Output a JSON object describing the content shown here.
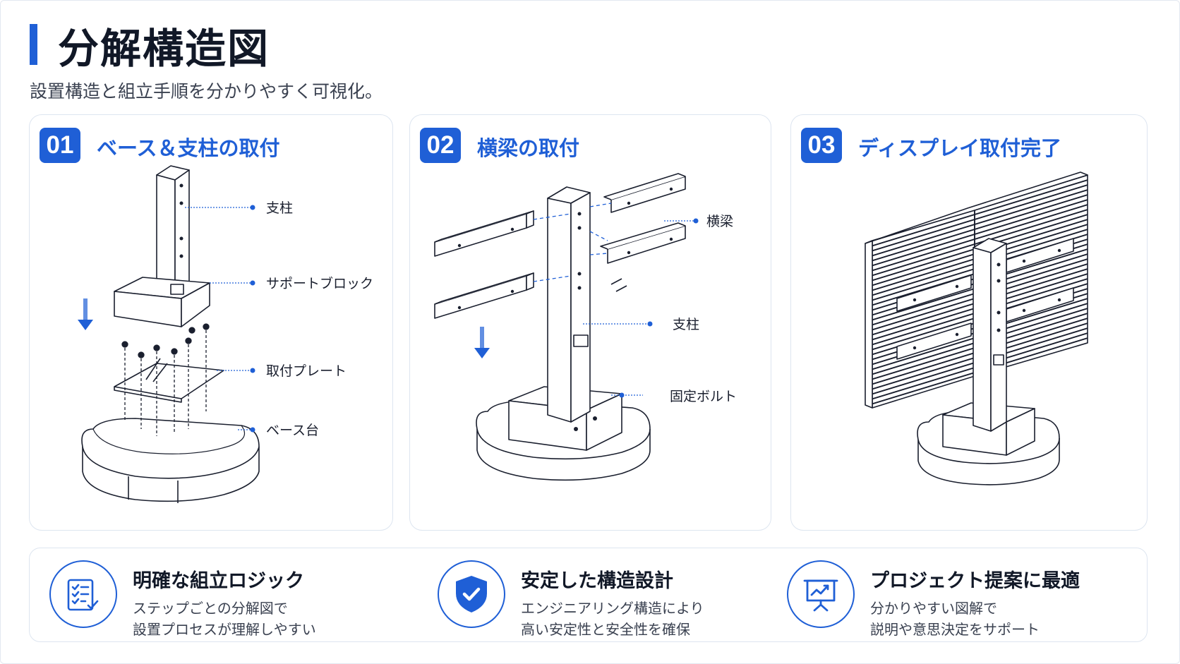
{
  "header": {
    "title": "分解構造図",
    "subtitle": "設置構造と組立手順を分かりやすく可視化。"
  },
  "colors": {
    "accent": "#1f5fd6",
    "line": "#1a1f2e",
    "border": "#dde5f0"
  },
  "steps": [
    {
      "number": "01",
      "title": "ベース＆支柱の取付",
      "labels": [
        "支柱",
        "サポートブロック",
        "取付プレート",
        "ベース台"
      ]
    },
    {
      "number": "02",
      "title": "横梁の取付",
      "labels": [
        "横梁",
        "支柱",
        "固定ボルト"
      ]
    },
    {
      "number": "03",
      "title": "ディスプレイ取付完了",
      "labels": []
    }
  ],
  "features": [
    {
      "icon": "checklist-icon",
      "title": "明確な組立ロジック",
      "line1": "ステップごとの分解図で",
      "line2": "設置プロセスが理解しやすい"
    },
    {
      "icon": "shield-check-icon",
      "title": "安定した構造設計",
      "line1": "エンジニアリング構造により",
      "line2": "高い安定性と安全性を確保"
    },
    {
      "icon": "presentation-icon",
      "title": "プロジェクト提案に最適",
      "line1": "分かりやすい図解で",
      "line2": "説明や意思決定をサポート"
    }
  ]
}
